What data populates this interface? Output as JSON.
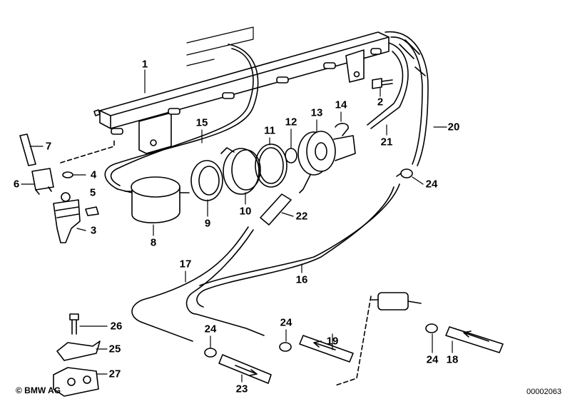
{
  "diagram": {
    "callouts": {
      "c1": "1",
      "c2": "2",
      "c3": "3",
      "c4": "4",
      "c5": "5",
      "c6": "6",
      "c7": "7",
      "c8": "8",
      "c9": "9",
      "c10": "10",
      "c11": "11",
      "c12": "12",
      "c13": "13",
      "c14": "14",
      "c15": "15",
      "c16": "16",
      "c17": "17",
      "c18": "18",
      "c19": "19",
      "c20": "20",
      "c21": "21",
      "c22": "22",
      "c23": "23",
      "c24": "24",
      "c25": "25",
      "c26": "26",
      "c27": "27"
    },
    "copyright": "© BMW AG",
    "drawing_number": "00002063"
  }
}
